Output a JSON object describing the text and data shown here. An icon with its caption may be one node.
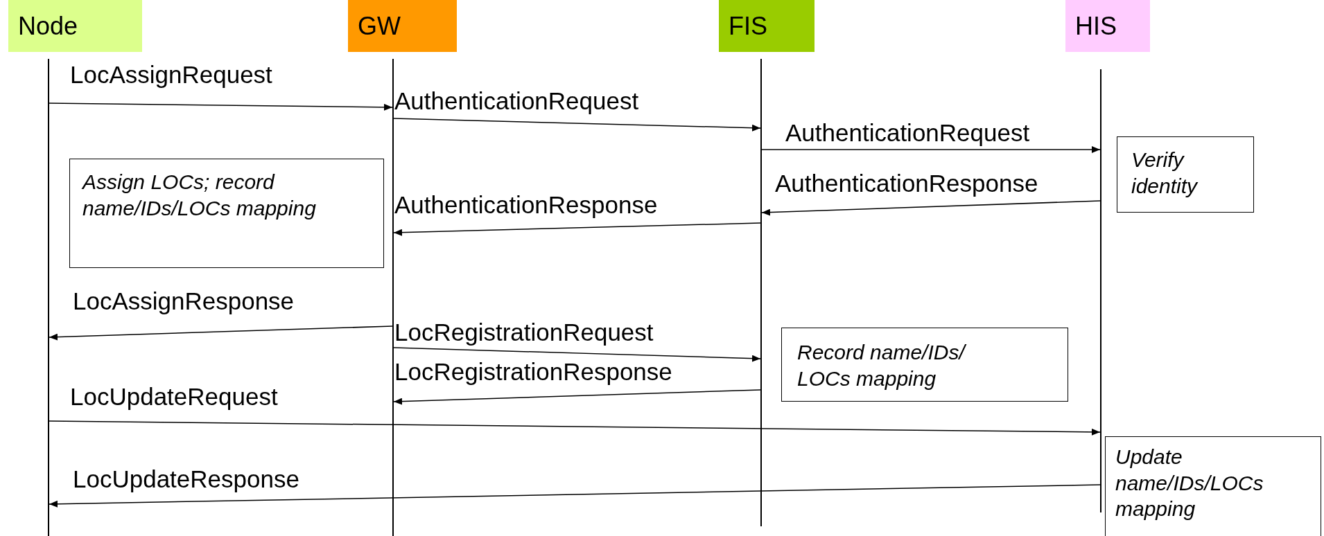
{
  "diagram": {
    "nodes": [
      {
        "text": [
          "Node"
        ]
      },
      {
        "text": [
          "GW"
        ]
      },
      {
        "text": [
          "FIS"
        ]
      },
      {
        "text": [
          "HIS"
        ]
      },
      {
        "text": [],
        "shape": "line"
      },
      {
        "text": [],
        "shape": "line"
      },
      {
        "text": [],
        "shape": "line"
      },
      {
        "text": [],
        "shape": "line"
      },
      {
        "text": [
          "Assign LOCs; record name/IDs/LOCs mapping"
        ]
      },
      {
        "text": [
          "Verify identity"
        ]
      },
      {
        "text": [
          "Record name/IDs/ LOCs mapping"
        ]
      },
      {
        "text": [
          "Update name/IDs/LOCs mapping"
        ]
      }
    ],
    "edges": [
      {
        "from": 4,
        "to": 5,
        "arrow": "to",
        "label": "LocAssignRequest"
      },
      {
        "from": 5,
        "to": 6,
        "arrow": "to",
        "label": "AuthenticationRequest"
      },
      {
        "from": 6,
        "to": 7,
        "arrow": "to",
        "label": "AuthenticationRequest"
      },
      {
        "from": 7,
        "to": 6,
        "arrow": "to",
        "label": "AuthenticationResponse"
      },
      {
        "from": 6,
        "to": 5,
        "arrow": "to",
        "label": "AuthenticationResponse"
      },
      {
        "from": 5,
        "to": 4,
        "arrow": "to",
        "label": "LocAssignResponse"
      },
      {
        "from": 5,
        "to": 6,
        "arrow": "to",
        "label": "LocRegistrationRequest"
      },
      {
        "from": 6,
        "to": 5,
        "arrow": "to",
        "label": "LocRegistrationResponse"
      },
      {
        "from": 4,
        "to": 7,
        "arrow": "to",
        "label": "LocUpdateRequest"
      },
      {
        "from": 7,
        "to": 4,
        "arrow": "to",
        "label": "LocUpdateResponse"
      }
    ]
  }
}
